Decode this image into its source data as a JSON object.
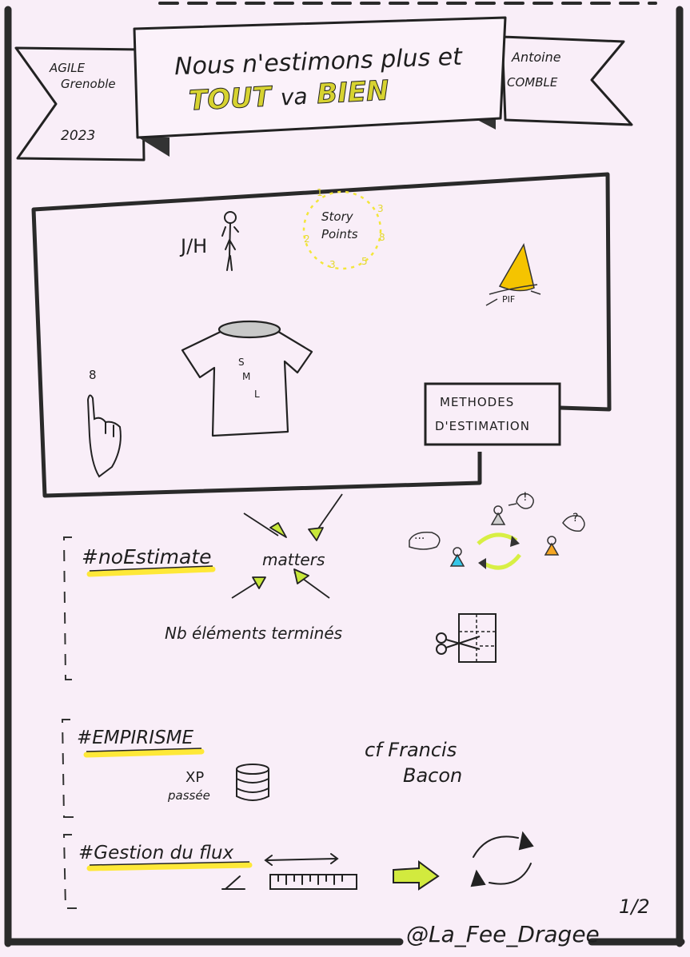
{
  "banner": {
    "title_line1": "Nous n'estimons plus et",
    "title_line2_a": "TOUT",
    "title_line2_b": "va",
    "title_line2_c": "BIEN",
    "left_ribbon": {
      "line1": "AGILE",
      "line2": "Grenoble",
      "year": "2023"
    },
    "right_ribbon": {
      "line1": "Antoine",
      "line2": "COMBLE"
    }
  },
  "estimation_box": {
    "jh_label": "J/H",
    "story_points": {
      "line1": "Story",
      "line2": "Points",
      "numbers": [
        "1",
        "3",
        "8",
        "5",
        "3",
        "2"
      ]
    },
    "pif_label": "PIF",
    "tshirt_sizes": [
      "S",
      "M",
      "L"
    ],
    "finger_number": "8",
    "methods_label_line1": "METHODES",
    "methods_label_line2": "D'ESTIMATION"
  },
  "noestimate": {
    "hashtag": "#noEstimate",
    "center_word": "matters",
    "nb_items": "Nb éléments terminés",
    "bubble_text": "...",
    "question_marks": [
      "!",
      "?"
    ]
  },
  "empirisme": {
    "hashtag": "#EMPIRISME",
    "xp_line1": "XP",
    "xp_line2": "passée",
    "cf_line1": "cf Francis",
    "cf_line2": "Bacon"
  },
  "flux": {
    "hashtag": "#Gestion du flux"
  },
  "footer": {
    "page_number": "1/2",
    "signature": "@La_Fee_Dragee"
  },
  "colors": {
    "highlight": "#ffe817",
    "yellow": "#f5d000",
    "cyan": "#36c6e8",
    "orange": "#f5a623",
    "ink": "#1e1e1e",
    "paper": "#f9eef8"
  }
}
